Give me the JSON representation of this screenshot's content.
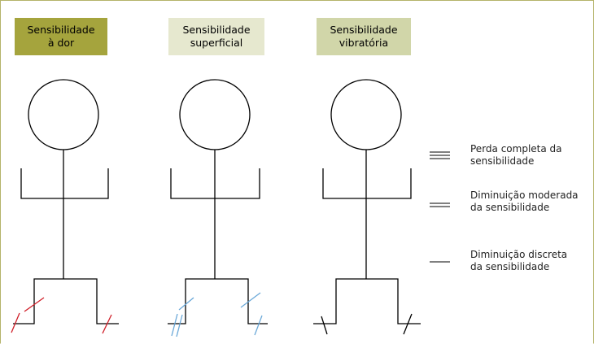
{
  "figures": [
    {
      "header": "Sensibilidade\nà dor",
      "header_color": "#a5a43d",
      "marks_color": "#d0202a",
      "mark_style": "single"
    },
    {
      "header": "Sensibilidade\nsuperficial",
      "header_color": "#e6e8cf",
      "marks_color": "#6aa8d8",
      "mark_style": "double"
    },
    {
      "header": "Sensibilidade\nvibratória",
      "header_color": "#d1d6a9",
      "marks_color": "#000000",
      "mark_style": "single"
    }
  ],
  "legend": [
    {
      "lines": 3,
      "label": "Perda completa da\nsensibilidade"
    },
    {
      "lines": 2,
      "label": "Diminuição moderada\nda sensibilidade"
    },
    {
      "lines": 1,
      "label": "Diminuição discreta\nda sensibilidade"
    }
  ],
  "colors": {
    "frame": "#b5b36a",
    "stroke": "#000000"
  }
}
